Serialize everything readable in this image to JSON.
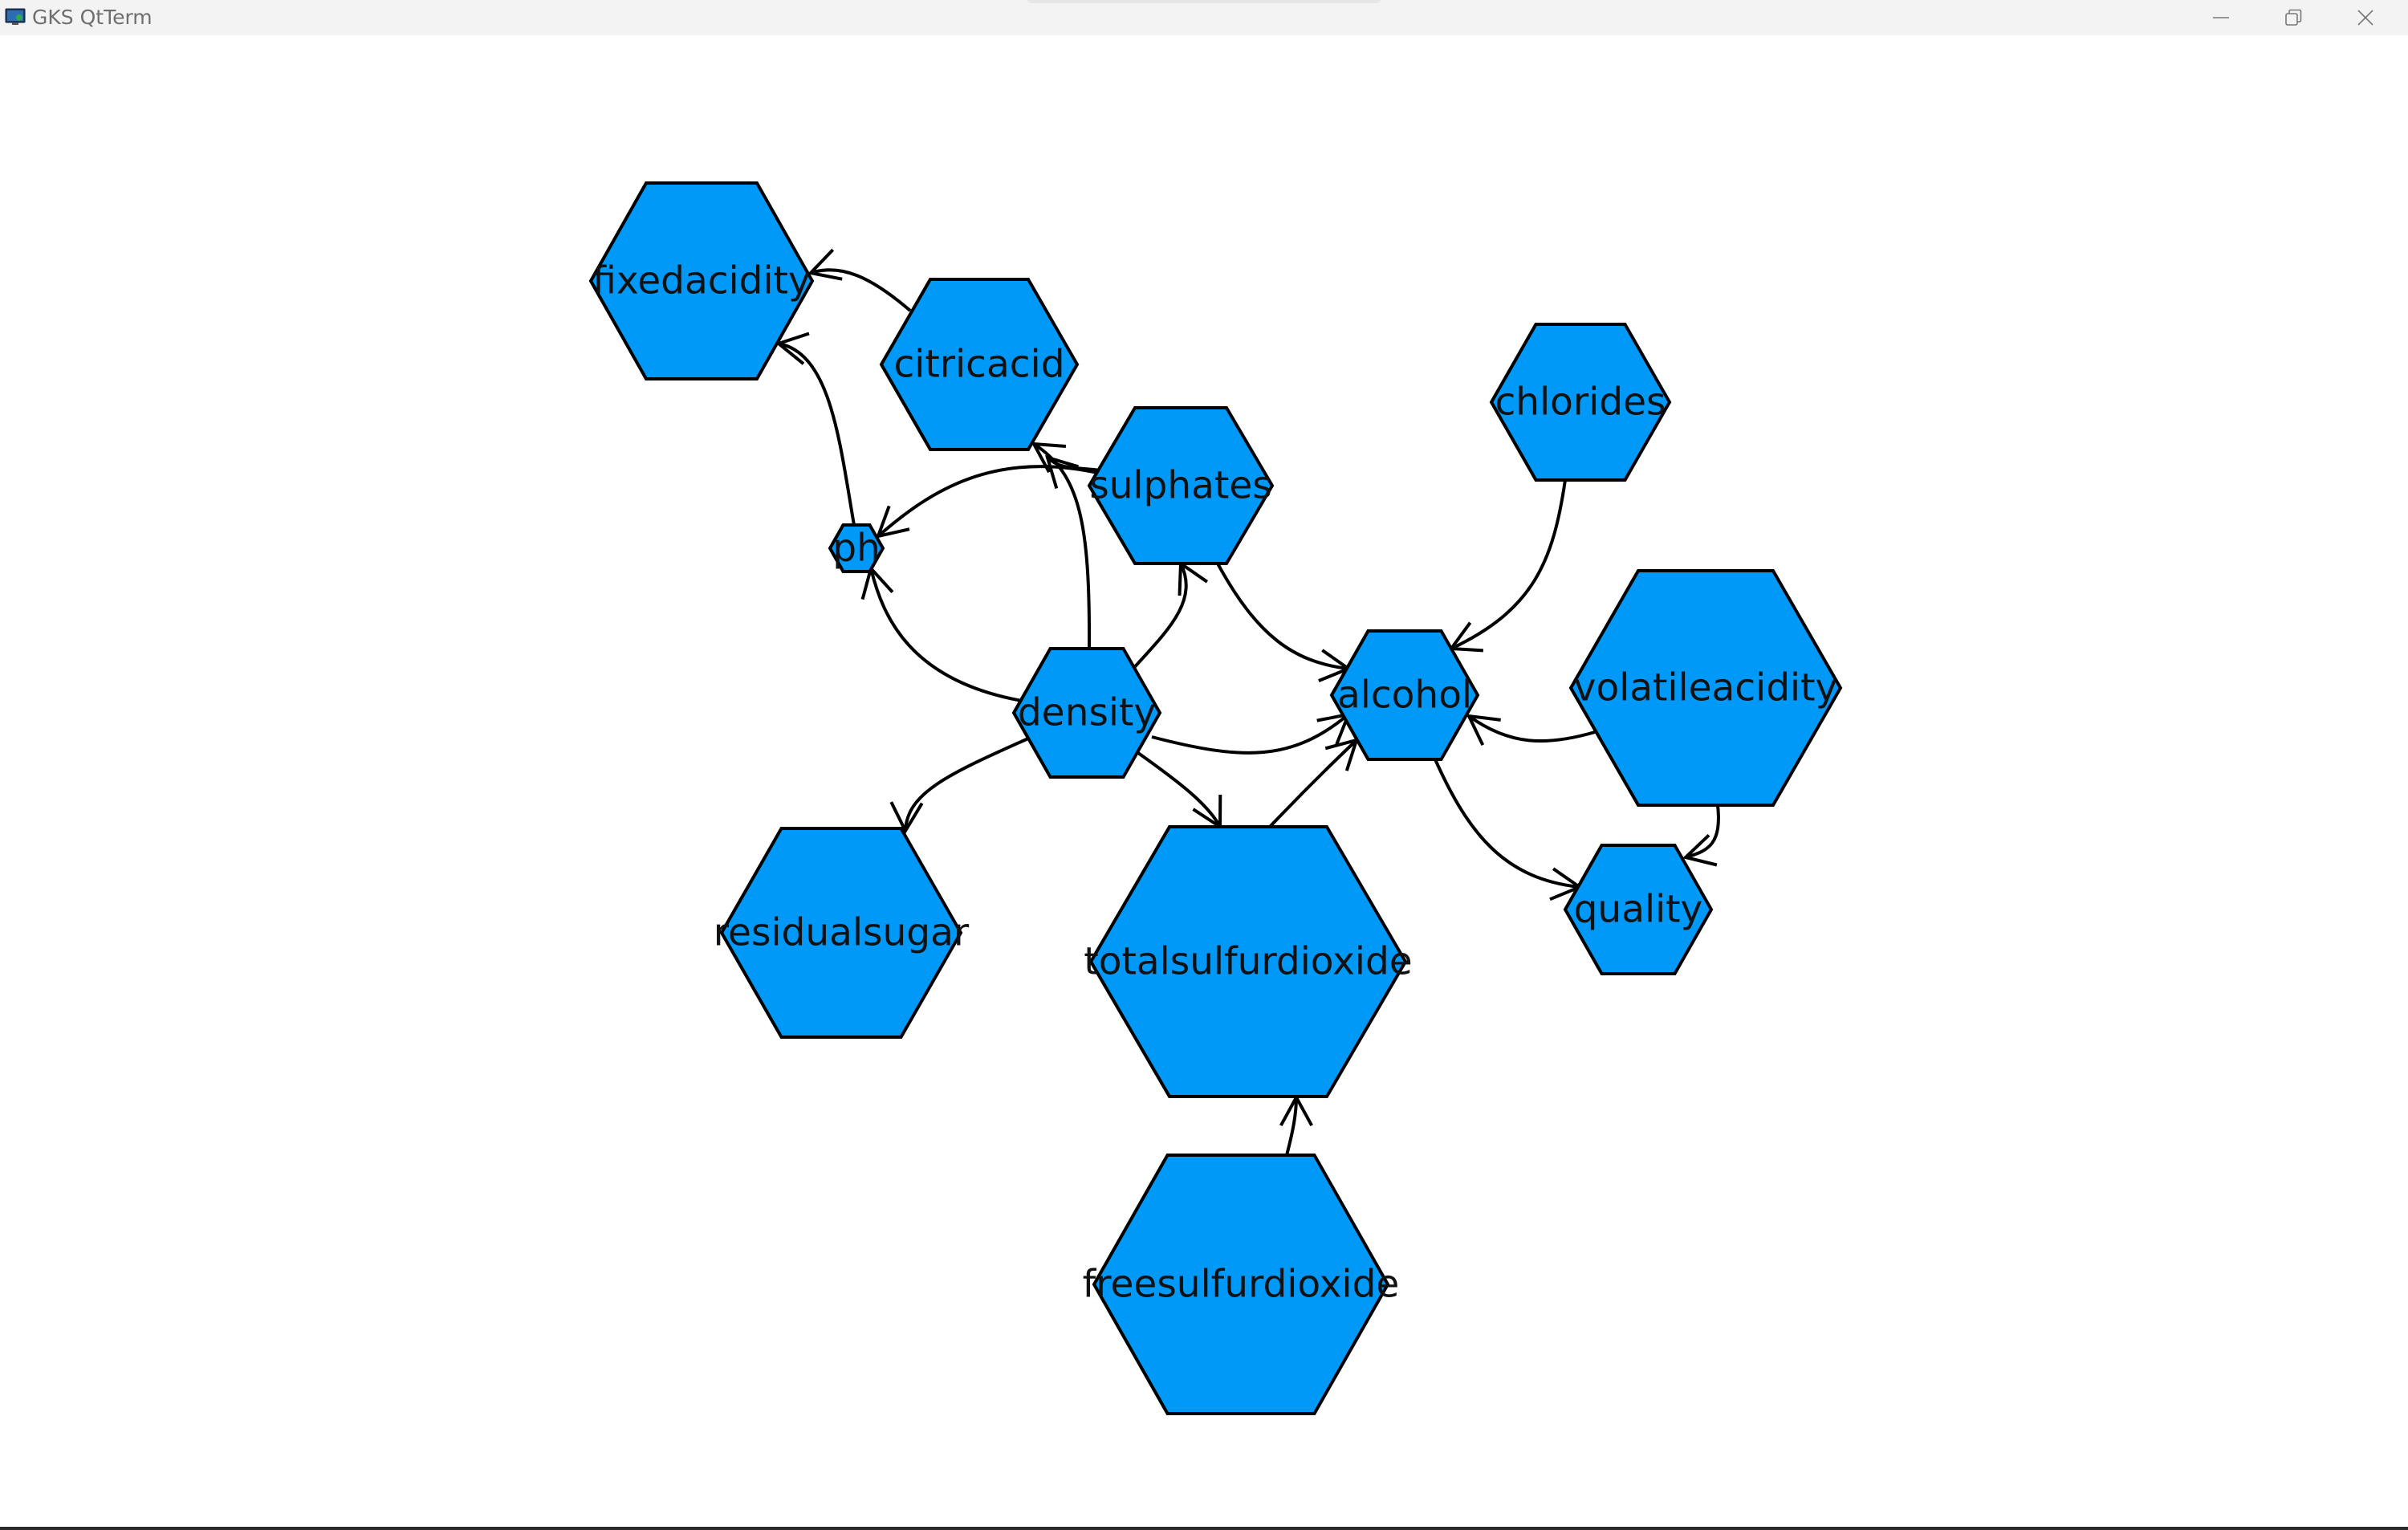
{
  "window": {
    "title": "GKS QtTerm",
    "icon": "gks-terminal-icon",
    "controls": [
      "minimize-icon",
      "restore-icon",
      "close-icon"
    ]
  },
  "colors": {
    "node_fill": "#0099f7",
    "node_stroke": "#000000",
    "edge": "#000000",
    "titlebar": "#f3f3f3",
    "background": "#ffffff"
  },
  "graph": {
    "directed": true,
    "nodes": [
      {
        "id": "fixedacidity",
        "label": "fixedacidity"
      },
      {
        "id": "citricacid",
        "label": "citricacid"
      },
      {
        "id": "sulphates",
        "label": "sulphates"
      },
      {
        "id": "chlorides",
        "label": "chlorides"
      },
      {
        "id": "ph",
        "label": "ph"
      },
      {
        "id": "density",
        "label": "density"
      },
      {
        "id": "alcohol",
        "label": "alcohol"
      },
      {
        "id": "volatileacidity",
        "label": "volatileacidity"
      },
      {
        "id": "residualsugar",
        "label": "residualsugar"
      },
      {
        "id": "totalsulfurdioxide",
        "label": "totalsulfurdioxide"
      },
      {
        "id": "quality",
        "label": "quality"
      },
      {
        "id": "freesulfurdioxide",
        "label": "freesulfurdioxide"
      }
    ],
    "edges": [
      {
        "from": "citricacid",
        "to": "fixedacidity"
      },
      {
        "from": "ph",
        "to": "fixedacidity"
      },
      {
        "from": "sulphates",
        "to": "ph"
      },
      {
        "from": "density",
        "to": "ph"
      },
      {
        "from": "density",
        "to": "citricacid"
      },
      {
        "from": "sulphates",
        "to": "citricacid"
      },
      {
        "from": "density",
        "to": "sulphates"
      },
      {
        "from": "sulphates",
        "to": "alcohol"
      },
      {
        "from": "density",
        "to": "alcohol"
      },
      {
        "from": "chlorides",
        "to": "alcohol"
      },
      {
        "from": "volatileacidity",
        "to": "alcohol"
      },
      {
        "from": "density",
        "to": "residualsugar"
      },
      {
        "from": "density",
        "to": "totalsulfurdioxide"
      },
      {
        "from": "totalsulfurdioxide",
        "to": "alcohol"
      },
      {
        "from": "alcohol",
        "to": "quality"
      },
      {
        "from": "volatileacidity",
        "to": "quality"
      },
      {
        "from": "freesulfurdioxide",
        "to": "totalsulfurdioxide"
      }
    ]
  }
}
